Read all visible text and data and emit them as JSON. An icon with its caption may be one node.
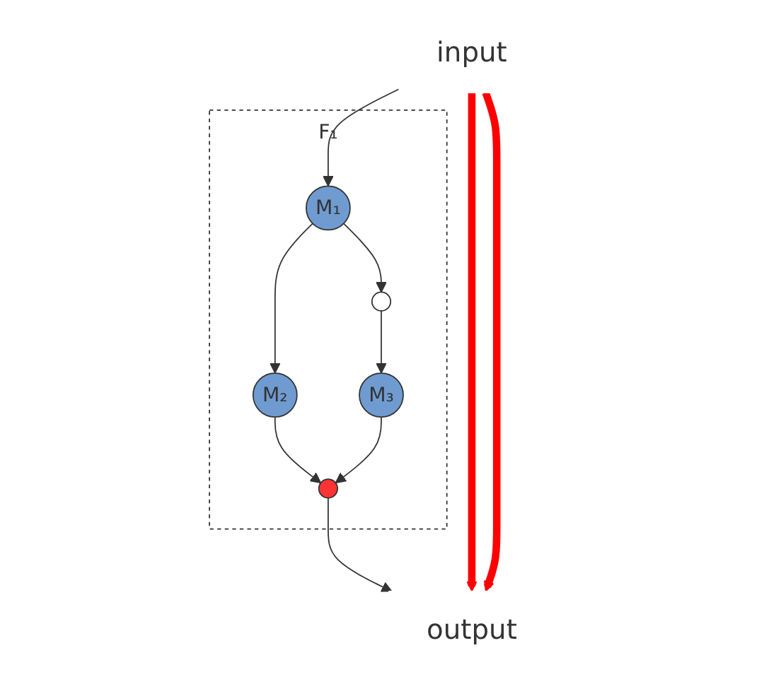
{
  "diagram": {
    "nodes": [
      {
        "text": [
          "input"
        ]
      },
      {
        "text": [
          "F₁"
        ]
      },
      {
        "text": [
          "M₁"
        ],
        "in": 1
      },
      {
        "text": [
          "M₂"
        ],
        "in": 1
      },
      {
        "text": [],
        "shape": "circle",
        "in": 1
      },
      {
        "text": [],
        "shape": "circle",
        "in": 1
      },
      {
        "text": [
          "M₃"
        ],
        "in": 1
      },
      {
        "text": [
          "output"
        ]
      }
    ],
    "edges": [
      {
        "from": 0,
        "to": 2,
        "arrow": "to"
      },
      {
        "from": 2,
        "to": 3,
        "arrow": "to"
      },
      {
        "from": 2,
        "to": 4,
        "arrow": "to"
      },
      {
        "from": 3,
        "to": 5,
        "arrow": "to"
      },
      {
        "from": 4,
        "to": 6,
        "arrow": "to"
      },
      {
        "from": 6,
        "to": 5,
        "arrow": "to"
      },
      {
        "from": 5,
        "to": 7,
        "arrow": "to"
      },
      {
        "from": 0,
        "to": 7,
        "arrow": "to",
        "style": "thick",
        "color": "#ff0000"
      },
      {
        "from": 0,
        "to": 7,
        "arrow": "to",
        "style": "thick",
        "color": "#ff0000"
      }
    ]
  }
}
